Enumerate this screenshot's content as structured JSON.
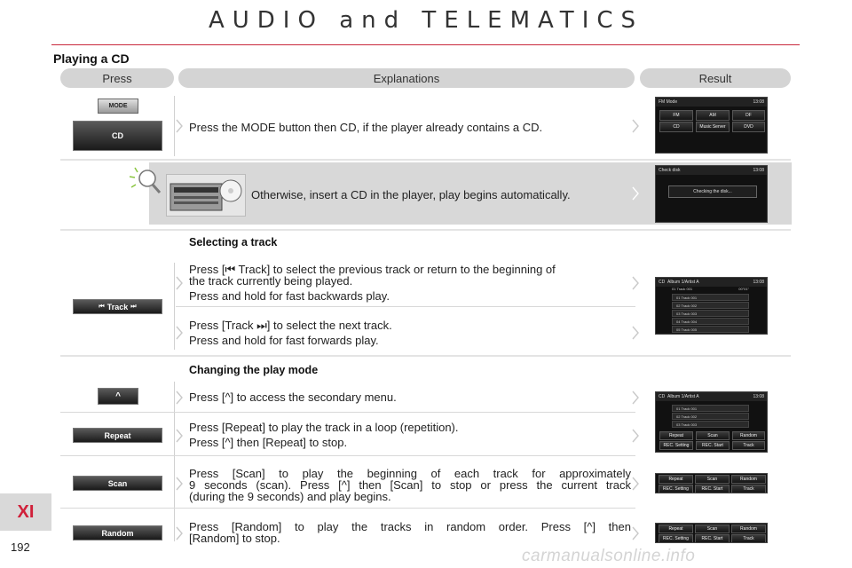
{
  "page": {
    "title": "AUDIO and TELEMATICS",
    "section": "Playing a CD",
    "headers": {
      "press": "Press",
      "explanations": "Explanations",
      "result": "Result"
    },
    "side_tab": "XI",
    "page_number": "192",
    "watermark": "carmanualsonline.info"
  },
  "rows": {
    "mode": {
      "button_top": "MODE",
      "button_main": "CD",
      "text": "Press the MODE button then CD, if the player already contains a CD.",
      "screen": {
        "title": "FM Mode",
        "time": "13:08",
        "tabs": [
          "FM",
          "AM",
          "DF",
          "CD",
          "Music Server",
          "DVD"
        ]
      }
    },
    "tip": {
      "text": "Otherwise, insert a CD in the player, play begins automatically.",
      "icon": "magnifier-icon",
      "screen": {
        "title": "Check disk",
        "time": "13:08",
        "message": "Checking the disk..."
      }
    },
    "track": {
      "heading": "Selecting a track",
      "button": "Track",
      "prev_line1": "Press [",
      "prev_line1b": " Track] to select the previous track or return to the beginning of",
      "prev_line2": "the track currently being played.",
      "prev_line3": "Press and hold for fast backwards play.",
      "next_line1a": "Press [Track ",
      "next_line1b": "] to select the next track.",
      "next_line2": "Press and hold for fast forwards play.",
      "screen": {
        "title": "CD",
        "album": "Album 1/Artist A",
        "track_info": "01 Track 001",
        "time": "13:08",
        "elapsed": "00\"01\"",
        "rows": [
          "01 Track 001",
          "02 Track 002",
          "03 Track 003",
          "04 Track 004",
          "05 Track 005"
        ]
      }
    },
    "mode_change": {
      "heading": "Changing the play mode",
      "caret_button": "^",
      "caret_text": "Press [^] to access the secondary menu.",
      "repeat_button": "Repeat",
      "repeat_line1": "Press [Repeat] to play the track in a loop (repetition).",
      "repeat_line2": "Press [^] then [Repeat] to stop.",
      "scan_button": "Scan",
      "scan_line1": "Press [Scan] to play the beginning of each track for approximately",
      "scan_line2": "9 seconds (scan). Press [^] then [Scan] to stop or press the current track",
      "scan_line3": "(during the 9 seconds) and play begins.",
      "random_button": "Random",
      "random_line1": "Press [Random] to play the tracks in random order. Press [^] then",
      "random_line2": "[Random] to stop.",
      "screen": {
        "title": "CD",
        "album": "Album 1/Artist A",
        "time": "13:08",
        "rows": [
          "01 Track 001",
          "02 Track 002",
          "03 Track 003"
        ],
        "buttons": [
          "Repeat",
          "Scan",
          "Random",
          "REC. Setting",
          "REC. Start",
          "Track"
        ]
      }
    }
  },
  "colors": {
    "accent": "#c8283c",
    "xi": "#d0203a"
  }
}
